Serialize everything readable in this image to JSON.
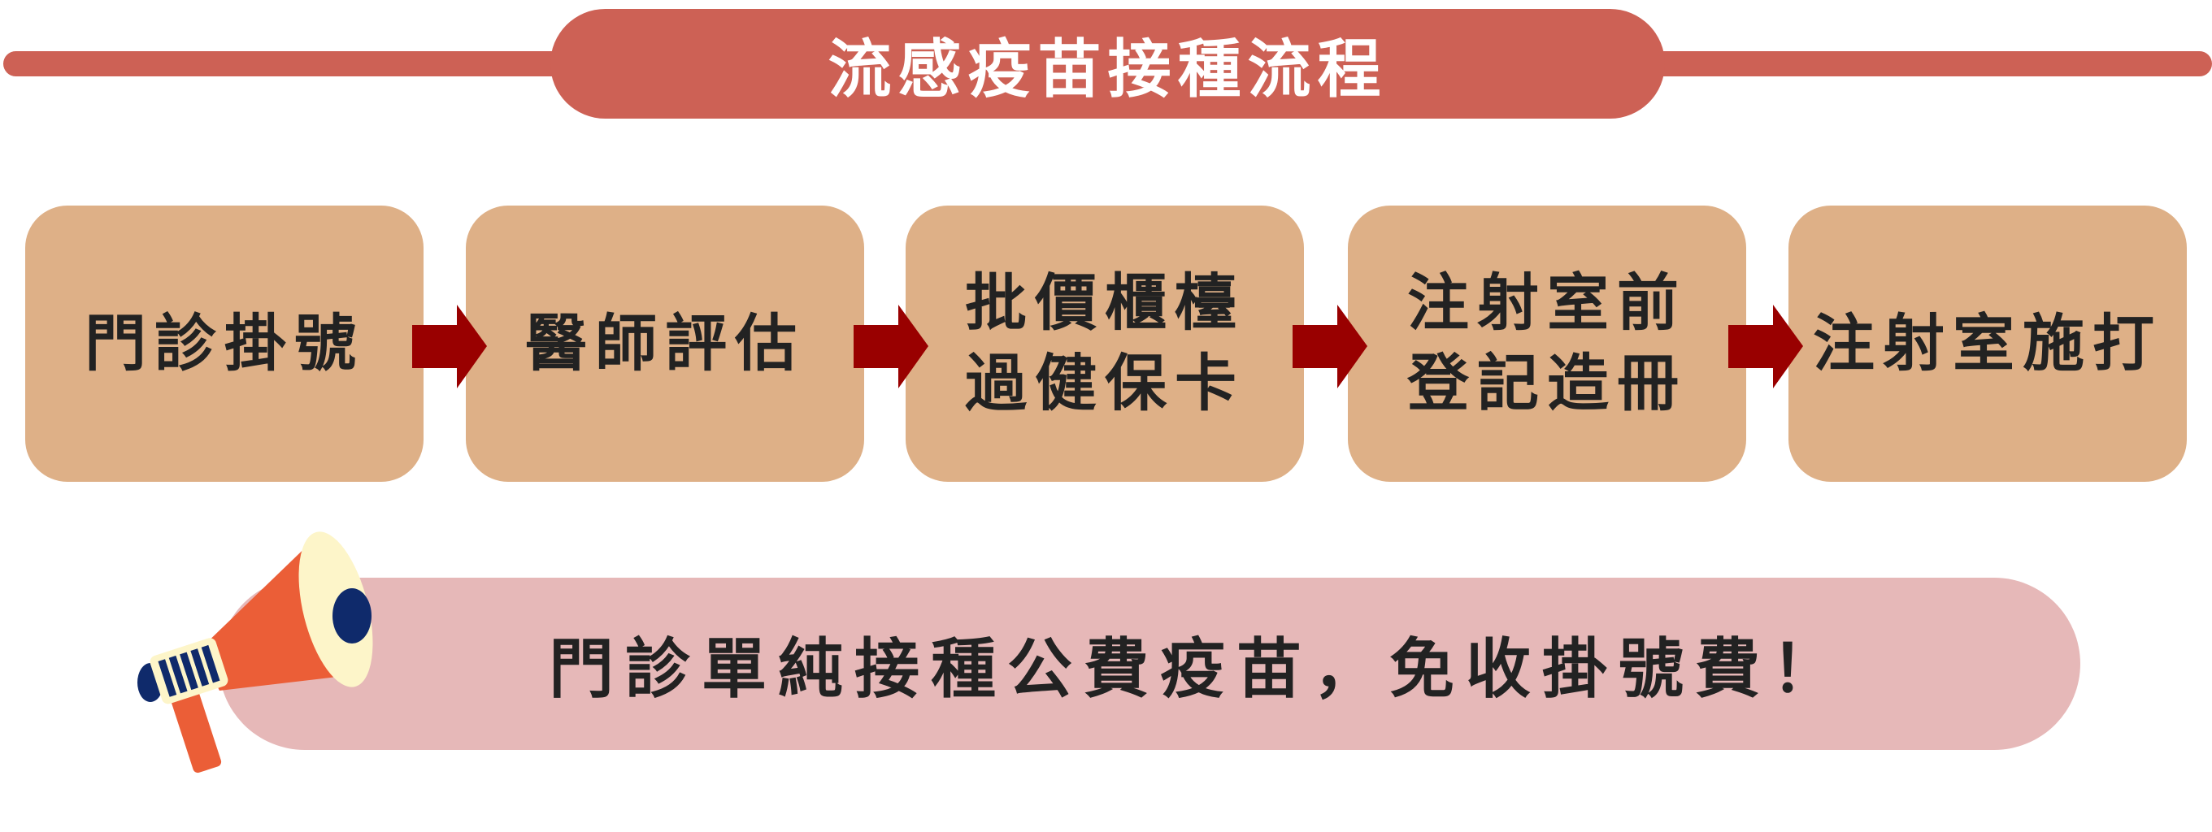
{
  "title": "流感疫苗接種流程",
  "steps": [
    {
      "label": "門診掛號"
    },
    {
      "label": "醫師評估"
    },
    {
      "label": "批價櫃檯\n過健保卡"
    },
    {
      "label": "注射室前\n登記造冊"
    },
    {
      "label": "注射室施打"
    }
  ],
  "notice": "門診單純接種公費疫苗，免收掛號費！",
  "colors": {
    "title_bg": "#cd6155",
    "step_bg": "#deb087",
    "arrow": "#990000",
    "banner_bg": "#e6b8b8"
  }
}
